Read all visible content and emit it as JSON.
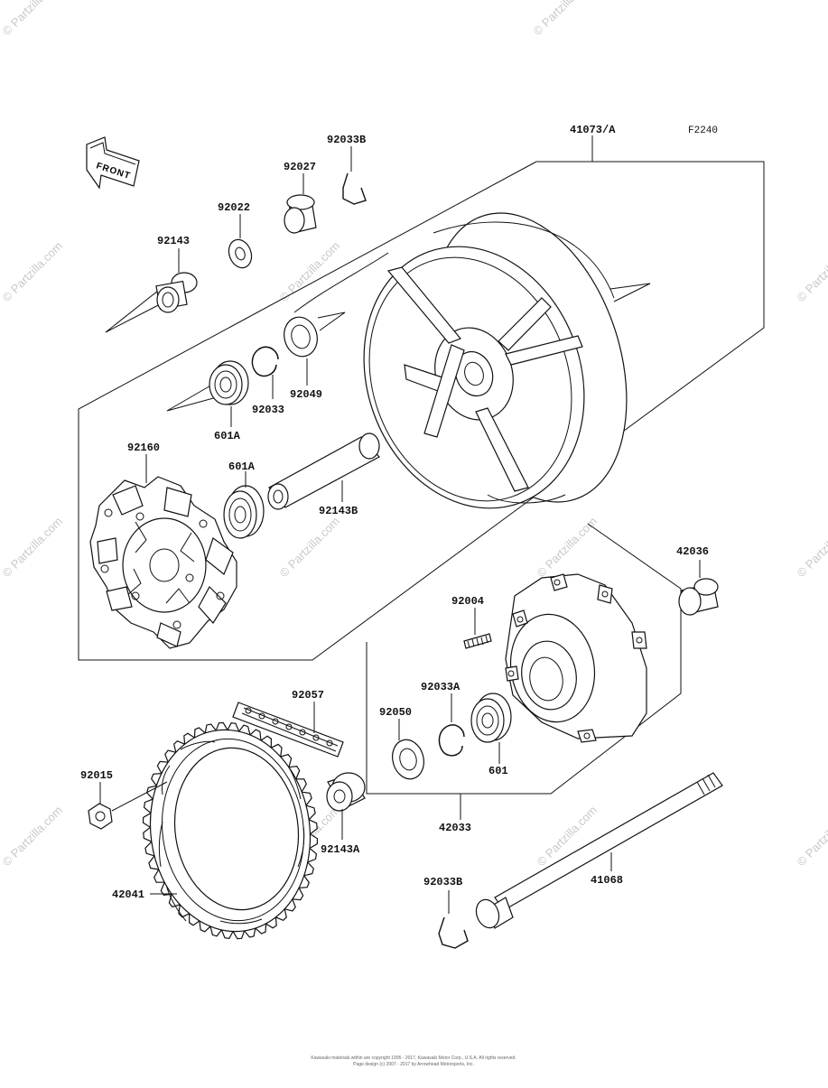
{
  "diagram": {
    "figure_code": "F2240",
    "front_label": "FRONT",
    "parts": {
      "wheel": "41073/A",
      "bush_92143": "92143",
      "collar_92022": "92022",
      "collar_92027": "92027",
      "clip_92033b_top": "92033B",
      "bearing_601a_upper": "601A",
      "circlip_92033": "92033",
      "seal_92049": "92049",
      "damper_92160": "92160",
      "bearing_601a_lower": "601A",
      "collar_92143b": "92143B",
      "collar_42036": "42036",
      "stud_92004": "92004",
      "circlip_92033a": "92033A",
      "seal_92050": "92050",
      "bearing_601": "601",
      "coupling_42033": "42033",
      "chain_92057": "92057",
      "nut_92015": "92015",
      "collar_92143a": "92143A",
      "sprocket_42041": "42041",
      "clip_92033b_bottom": "92033B",
      "axle_41068": "41068"
    },
    "watermark": "© Partzilla.com",
    "footer": [
      "Kawasaki materials within are copyright 1995 - 2017, Kawasaki Motor Corp., U.S.A. All rights reserved.",
      "Page design (c) 2007 - 2017 by Arrowhead Motorsports, Inc."
    ]
  }
}
